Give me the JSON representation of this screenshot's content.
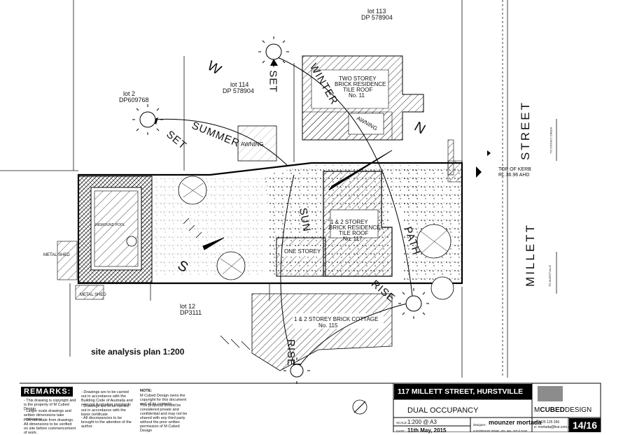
{
  "lots": {
    "lot113": {
      "name": "lot 113",
      "dp": "DP 578904"
    },
    "lot114": {
      "name": "lot 114",
      "dp": "DP 578904"
    },
    "lot2": {
      "name": "lot 2",
      "dp": "DP609768"
    },
    "lot12": {
      "name": "lot 12",
      "dp": "DP3111"
    }
  },
  "buildings": {
    "no11": [
      "TWO STOREY",
      "BRICK RESIDENCE",
      "TILE ROOF",
      "No. 11"
    ],
    "no117": [
      "1 & 2 STOREY",
      "BRICK RESIDENCE",
      "TILE ROOF",
      "No. 117"
    ],
    "no115": [
      "1 & 2 STOREY BRICK COTTAGE",
      "No. 115"
    ],
    "one_storey": "ONE STOREY",
    "awning_north": "AWNING",
    "awning_east": "AWNING",
    "pool": "INGROUND POOL",
    "metal_shed_1": "METAL SHED",
    "metal_shed_2": "METAL SHED"
  },
  "sun": {
    "w": "W",
    "s": "S",
    "n": "N",
    "set_1": "SET",
    "set_2": "SET",
    "summer": "SUMMER",
    "winter": "WINTER",
    "sun_path": "SUN",
    "path": "PATH",
    "rise_1": "RISE",
    "rise_2": "RISE"
  },
  "street": {
    "line1": "STREET",
    "line2": "MILLETT",
    "kerb": [
      "TOP OF KERB",
      "RL 36.96 AHD"
    ],
    "to_stoney": "TO STONEY CREEK",
    "to_hurstville": "TO HURSTVILLE"
  },
  "plan_title": "site analysis plan  1:200",
  "remarks": {
    "heading": "REMARKS:",
    "col1": [
      "- This drawing is copyright and is the property of M Cubed Design",
      "- Larger scale drawings and written dimensions take preference.",
      "- Do not scale from drawings. All dimensions to be verified on site before commencement of work."
    ],
    "col2": [
      "- Drawings are to be carried out in accordance with the Building Code of Australia and relevant Australian standards",
      "- Drawings are to be carried out in accordance with the basix certificate",
      "- All discrepancies to be brought to the attention of the author."
    ],
    "col3_title": "NOTE:",
    "col3": [
      "M Cubed Design owns the copyright for this document and all its contents.",
      "This proposal should be considered private and confidential and may not be shared with any third party without the prior written permission of M Cubed Design"
    ]
  },
  "title_block": {
    "address": "117 MILLETT STREET, HURSTVILLE",
    "project": "DUAL OCCUPANCY",
    "scale_label": "SCALE:",
    "scale": "1:200 @ A3",
    "date_label": "DATE:",
    "date": "11th May, 2015",
    "designer_label": "designer:",
    "designer": "mounzer mortada",
    "designer_sub": "a architecture design, dev. app, cert & more",
    "phone": "p: 0425 125 356",
    "email": "e: mortada@live.com.au",
    "logo_m": "M",
    "logo_cubed": "CUBED",
    "logo_design": "DESIGN",
    "sheet": "14/16"
  },
  "colors": {
    "ink": "#111111",
    "paper": "#ffffff",
    "logo_grey": "#8c8c8c",
    "title_bar": "#000000"
  }
}
